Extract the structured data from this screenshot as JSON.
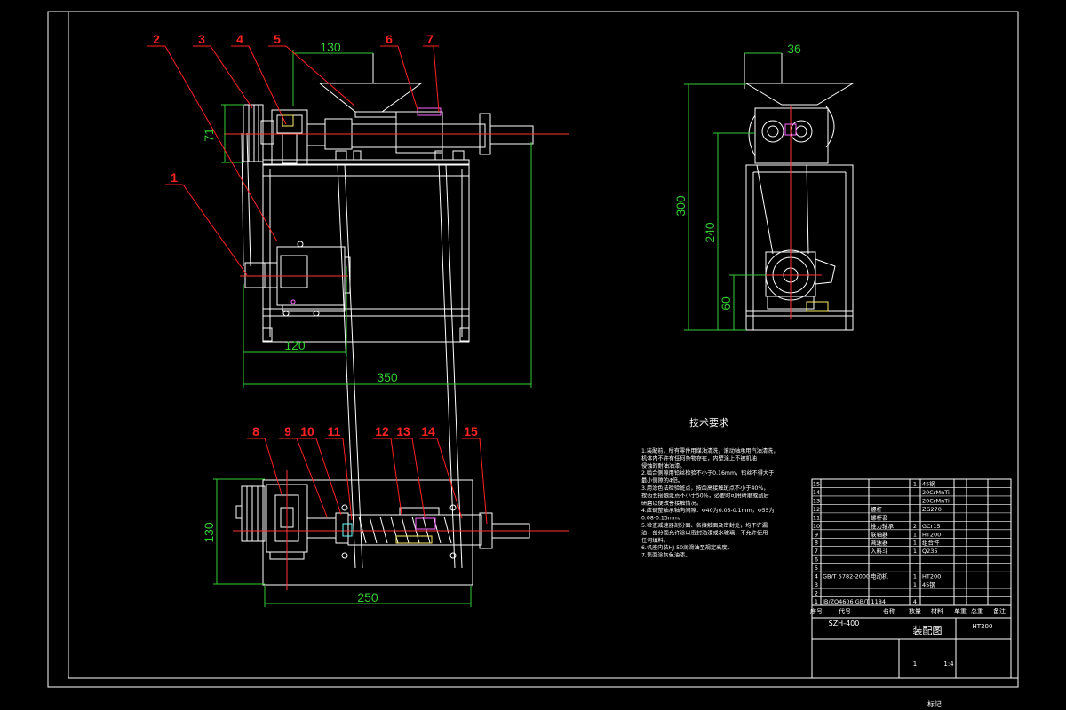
{
  "colors": {
    "background": "#000000",
    "outline": "#ffffff",
    "dimension": "#33cc33",
    "leader": "#ff2222",
    "center_line": "#ff3333",
    "part_yellow": "#ffee66",
    "part_magenta": "#ff66ff",
    "part_cyan": "#66ffff"
  },
  "dimensions": {
    "front_width_hopper": "130",
    "front_height_pulley": "71",
    "front_motor_offset": "120",
    "front_total_width": "350",
    "side_hopper": "36",
    "side_total_height": "300",
    "side_mid_height": "240",
    "side_base_height": "60",
    "bottom_height": "130",
    "bottom_width": "250"
  },
  "part_numbers": {
    "top": [
      "2",
      "3",
      "4",
      "5",
      "6",
      "7"
    ],
    "left": "1",
    "bottom": [
      "8",
      "9",
      "10",
      "11",
      "12",
      "13",
      "14",
      "15"
    ]
  },
  "technical_notes": {
    "title": "技术要求",
    "lines": [
      "1.装配前，所有零件用煤油清洗，滚动轴承用汽油清洗，",
      "机体内不许有任何杂物存在，内壁涂上不被机油",
      "侵蚀的耐油油漆。",
      "2.啮合侧隙用铅丝检验不小于0.16mm，铅丝不得大于",
      "最小侧隙的4倍。",
      "3.用涂色法检验斑点，按齿高接触斑点不小于40%，",
      "按齿长接触斑点不小于50%，必要时可用研磨或刮后",
      "研磨以便改善接触情况。",
      "4.应调整轴承轴向间隙：Φ40为0.05-0.1mm，Φ55为",
      "0.08-0.15mm。",
      "5.检查减速器剖分面、各接触面及密封处，均不许漏",
      "油，剖分面允许涂以密封油漆或水玻璃，不允许使用",
      "任何填料。",
      "6.机座内装HJ-50润滑油至规定高度。",
      "7.表面涂灰色油漆。"
    ]
  },
  "title_block": {
    "drawing_name": "装配图",
    "model_code": "SZH-400",
    "material_ref": "HT200",
    "bottom_label": "标记",
    "scale": "1:4",
    "sheet": "1",
    "rows": [
      {
        "no": "15",
        "code": "",
        "name": "",
        "qty": "1",
        "material": "45钢"
      },
      {
        "no": "14",
        "code": "",
        "name": "",
        "qty": "",
        "material": "20CrMnTi"
      },
      {
        "no": "13",
        "code": "",
        "name": "",
        "qty": "",
        "material": "20CrMnTi"
      },
      {
        "no": "12",
        "code": "",
        "name": "螺杆",
        "qty": "",
        "material": "ZG270"
      },
      {
        "no": "11",
        "code": "",
        "name": "螺杆套",
        "qty": "",
        "material": ""
      },
      {
        "no": "10",
        "code": "",
        "name": "推力轴承",
        "qty": "2",
        "material": "GCr15"
      },
      {
        "no": "9",
        "code": "",
        "name": "联轴器",
        "qty": "1",
        "material": "HT200"
      },
      {
        "no": "8",
        "code": "",
        "name": "减速器",
        "qty": "1",
        "material": "组合件"
      },
      {
        "no": "7",
        "code": "",
        "name": "入料斗",
        "qty": "1",
        "material": "Q235"
      },
      {
        "no": "6",
        "code": "",
        "name": "",
        "qty": "",
        "material": ""
      },
      {
        "no": "5",
        "code": "",
        "name": "",
        "qty": "",
        "material": ""
      },
      {
        "no": "4",
        "code": "GB/T 5782-2000",
        "name": "电动机",
        "qty": "1",
        "material": "HT200"
      },
      {
        "no": "3",
        "code": "",
        "name": "",
        "qty": "1",
        "material": "45钢"
      },
      {
        "no": "2",
        "code": "",
        "name": "",
        "qty": "",
        "material": ""
      },
      {
        "no": "1",
        "code": "JB/ZQ4606 GB/T 1184",
        "name": "",
        "qty": "4",
        "material": ""
      }
    ],
    "header": [
      "序号",
      "代号",
      "名称",
      "数量",
      "材料",
      "单重",
      "总重",
      "备注"
    ]
  }
}
